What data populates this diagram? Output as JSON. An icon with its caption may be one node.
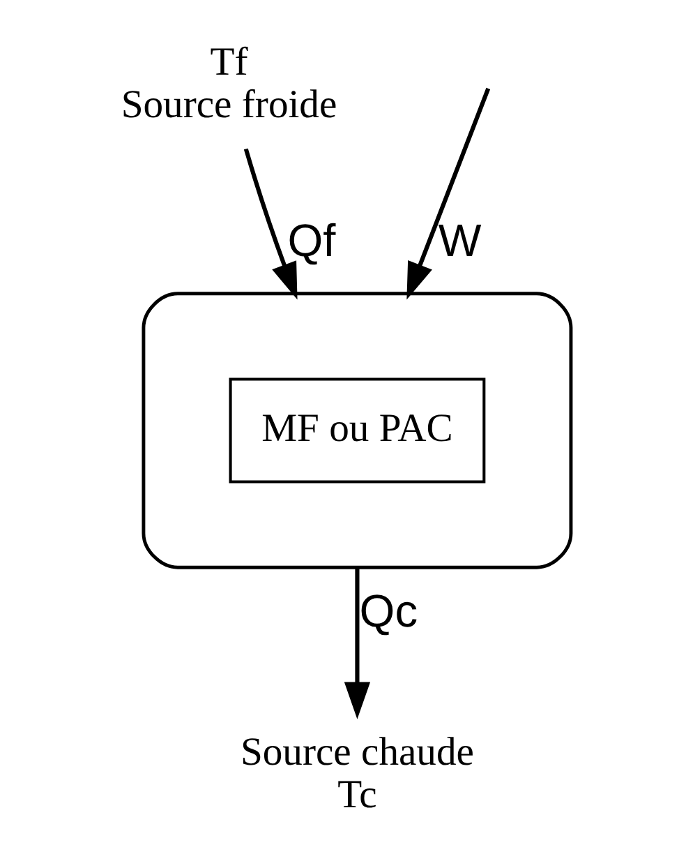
{
  "diagram": {
    "nodes": [
      {
        "text": [
          "Source chaude",
          "Tc"
        ]
      },
      {
        "text": [],
        "shape": "ellipse"
      },
      {
        "text": [
          "MF ou PAC"
        ],
        "in": 1
      },
      {
        "text": [
          "Tf",
          "Source froide"
        ]
      }
    ],
    "edges": [
      {
        "from": 1,
        "to": 0,
        "arrow": "to",
        "label": "Qc"
      },
      {
        "from": null,
        "to": 1,
        "arrow": "to",
        "label": "W"
      },
      {
        "from": 3,
        "to": 1,
        "arrow": "to",
        "label": "Qf"
      }
    ]
  }
}
